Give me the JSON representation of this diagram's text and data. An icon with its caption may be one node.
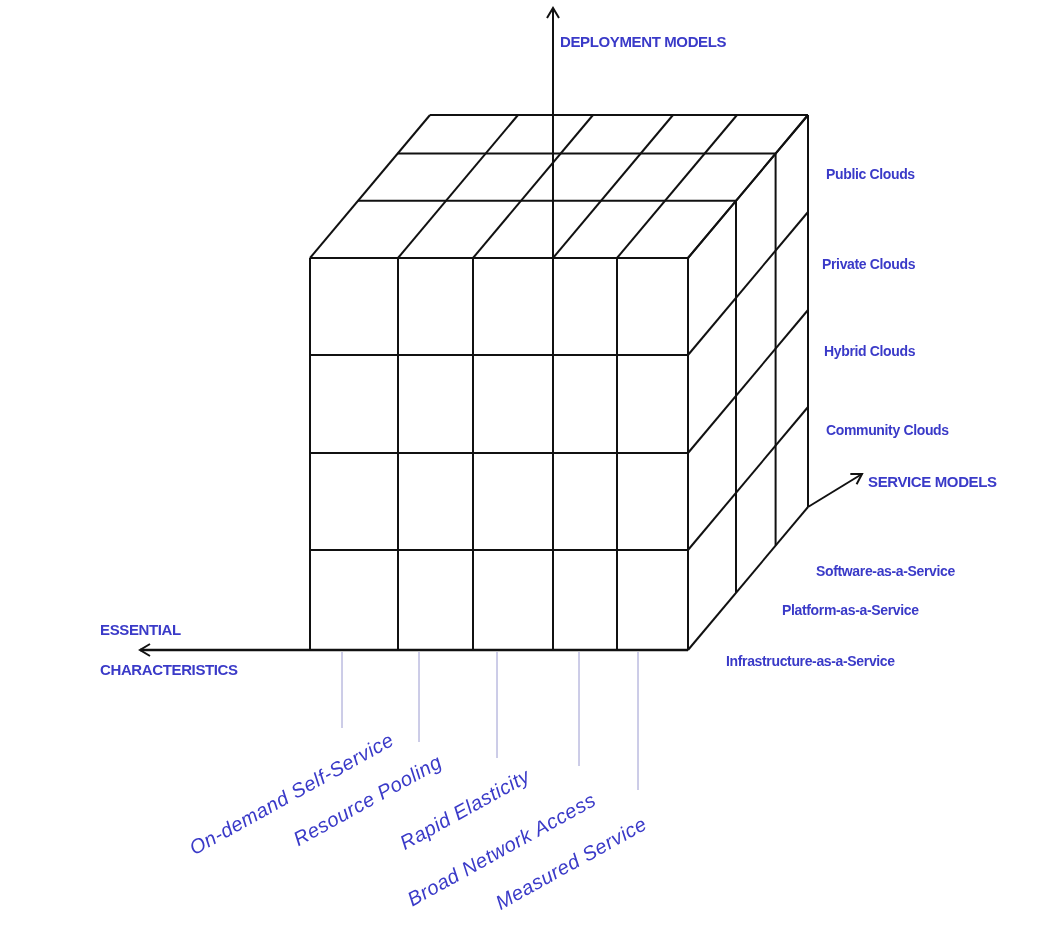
{
  "diagram": {
    "nodes": [
      {
        "text": [],
        "shape": "cube"
      },
      {
        "text": [
          "On-demand Self-Service"
        ]
      },
      {
        "text": [
          "Resource Pooling"
        ]
      },
      {
        "text": [
          "Rapid Elasticity"
        ]
      },
      {
        "text": [
          "Broad Network Access"
        ]
      },
      {
        "text": [
          "Measured Service"
        ]
      }
    ],
    "edges": [
      {
        "from": 1,
        "to": 0,
        "arrow": "none"
      },
      {
        "from": 2,
        "to": 0,
        "arrow": "none"
      },
      {
        "from": 3,
        "to": 0,
        "arrow": "none"
      },
      {
        "from": 4,
        "to": 0,
        "arrow": "none"
      },
      {
        "from": 5,
        "to": 0,
        "arrow": "none"
      }
    ],
    "labels": [
      "DEPLOYMENT MODELS",
      "Public Clouds",
      "Private Clouds",
      "Hybrid Clouds",
      "Community Clouds",
      "SERVICE MODELS",
      "Software-as-a-Service",
      "Platform-as-a-Service",
      "Infrastructure-as-a-Service",
      "ESSENTIAL CHARACTERISTICS"
    ]
  }
}
